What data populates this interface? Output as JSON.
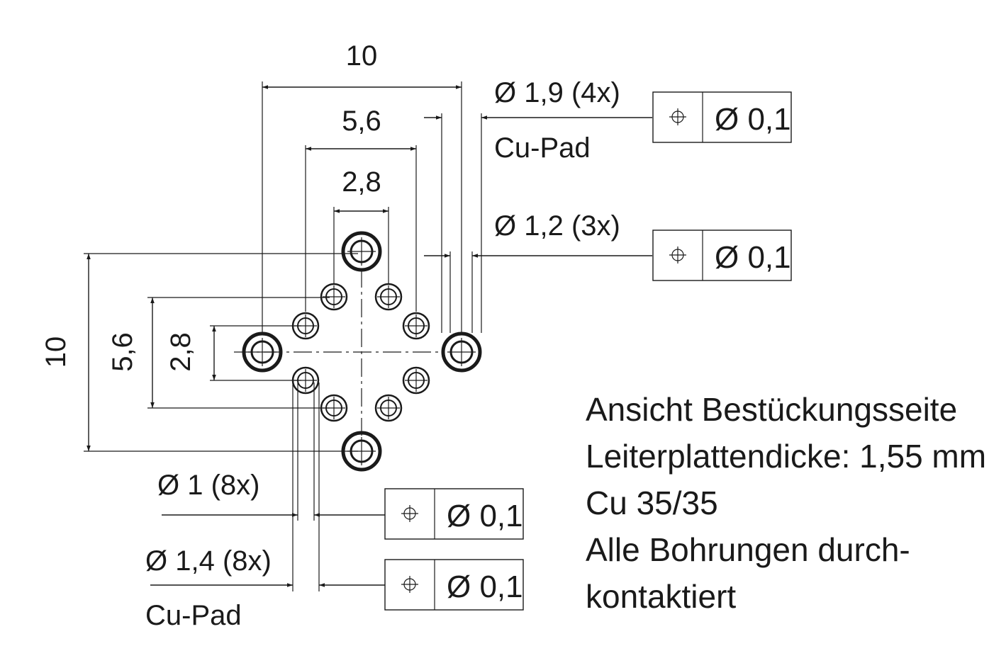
{
  "dimensions": {
    "top_10": "10",
    "top_5_6": "5,6",
    "top_2_8": "2,8",
    "left_10": "10",
    "left_5_6": "5,6",
    "left_2_8": "2,8"
  },
  "callouts": {
    "large_pad_diameter": "Ø 1,9 (4x)",
    "large_pad_note": "Cu-Pad",
    "large_hole_diameter": "Ø 1,2 (3x)",
    "small_hole_diameter": "Ø 1 (8x)",
    "small_pad_diameter": "Ø 1,4 (8x)",
    "small_pad_note": "Cu-Pad"
  },
  "tolerance_frames": [
    {
      "symbol": "position-icon",
      "value": "Ø 0,1"
    },
    {
      "symbol": "position-icon",
      "value": "Ø 0,1"
    },
    {
      "symbol": "position-icon",
      "value": "Ø 0,1"
    },
    {
      "symbol": "position-icon",
      "value": "Ø 0,1"
    }
  ],
  "notes": {
    "line1": "Ansicht Bestückungsseite",
    "line2": "Leiterplattendicke: 1,55 mm",
    "line3": "Cu 35/35",
    "line4": "Alle Bohrungen durch-",
    "line5": "kontaktiert"
  },
  "colors": {
    "ink": "#1a1a1a",
    "background": "#ffffff"
  }
}
